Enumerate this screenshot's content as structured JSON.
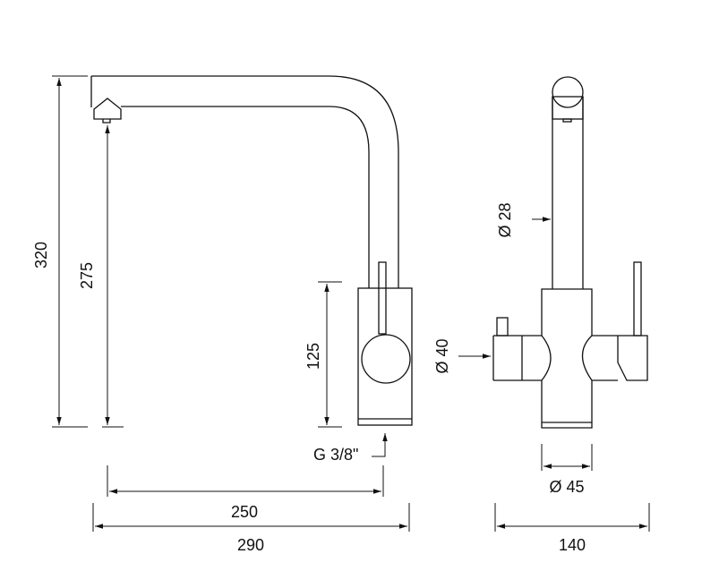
{
  "drawing": {
    "title": "Faucet dimension drawing",
    "dimensions": {
      "total_height": "320",
      "spout_height": "275",
      "body_height": "125",
      "spout_diameter": "Ø 28",
      "body_diameter": "Ø 40",
      "connection": "G 3/8\"",
      "spout_reach": "250",
      "total_length": "290",
      "total_width": "140",
      "base_diameter": "Ø 45"
    },
    "colors": {
      "line": "#111111",
      "background": "#ffffff"
    }
  }
}
